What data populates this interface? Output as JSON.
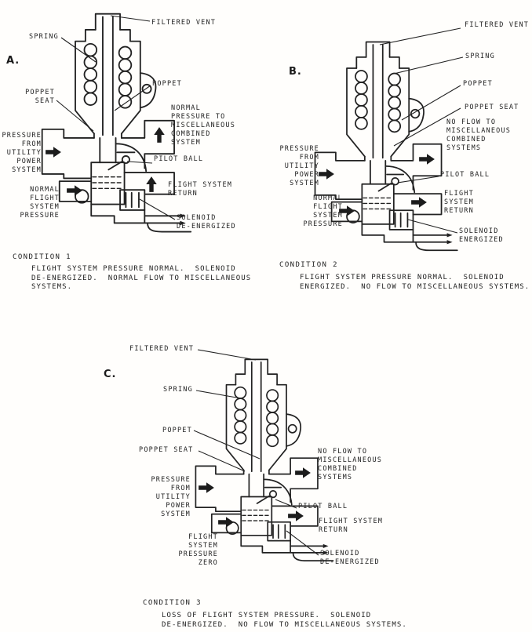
{
  "colors": {
    "ink": "#222222",
    "paper": "#fffefc"
  },
  "diagrams": [
    {
      "letter": "A.",
      "labels": {
        "filtered_vent": "FILTERED VENT",
        "spring": "SPRING",
        "poppet": "POPPET",
        "poppet_seat": "POPPET\nSEAT",
        "inlet_pressure": "PRESSURE\nFROM\nUTILITY\nPOWER\nSYSTEM",
        "outlet_flow": "NORMAL\nPRESSURE TO\nMISCELLANEOUS\nCOMBINED\nSYSTEM",
        "pilot_ball": "PILOT BALL",
        "flight_pressure": "NORMAL\nFLIGHT\nSYSTEM\nPRESSURE",
        "flight_return": "FLIGHT SYSTEM\nRETURN",
        "solenoid_state": "SOLENOID\nDE-ENERGIZED"
      },
      "condition": {
        "title": "CONDITION 1",
        "text": "FLIGHT SYSTEM PRESSURE NORMAL.  SOLENOID\nDE-ENERGIZED.  NORMAL FLOW TO MISCELLANEOUS\nSYSTEMS."
      }
    },
    {
      "letter": "B.",
      "labels": {
        "filtered_vent": "FILTERED VENT",
        "spring": "SPRING",
        "poppet": "POPPET",
        "poppet_seat": "POPPET SEAT",
        "inlet_pressure": "PRESSURE\nFROM\nUTILITY\nPOWER\nSYSTEM",
        "outlet_flow": "NO FLOW TO\nMISCELLANEOUS\nCOMBINED\nSYSTEMS",
        "pilot_ball": "PILOT BALL",
        "flight_pressure": "NORMAL\nFLIGHT\nSYSTEM\nPRESSURE",
        "flight_return": "FLIGHT\nSYSTEM\nRETURN",
        "solenoid_state": "SOLENOID\nENERGIZED"
      },
      "condition": {
        "title": "CONDITION 2",
        "text": "FLIGHT SYSTEM PRESSURE NORMAL.  SOLENOID\nENERGIZED.  NO FLOW TO MISCELLANEOUS SYSTEMS."
      }
    },
    {
      "letter": "C.",
      "labels": {
        "filtered_vent": "FILTERED VENT",
        "spring": "SPRING",
        "poppet": "POPPET",
        "poppet_seat": "POPPET SEAT",
        "inlet_pressure": "PRESSURE\nFROM\nUTILITY\nPOWER\nSYSTEM",
        "outlet_flow": "NO FLOW TO\nMISCELLANEOUS\nCOMBINED\nSYSTEMS",
        "pilot_ball": "PILOT BALL",
        "flight_pressure": "FLIGHT\nSYSTEM\nPRESSURE\nZERO",
        "flight_return": "FLIGHT SYSTEM\nRETURN",
        "solenoid_state": "SOLENOID\nDE-ENERGIZED"
      },
      "condition": {
        "title": "CONDITION 3",
        "text": "LOSS OF FLIGHT SYSTEM PRESSURE.  SOLENOID\nDE-ENERGIZED.  NO FLOW TO MISCELLANEOUS SYSTEMS."
      }
    }
  ]
}
